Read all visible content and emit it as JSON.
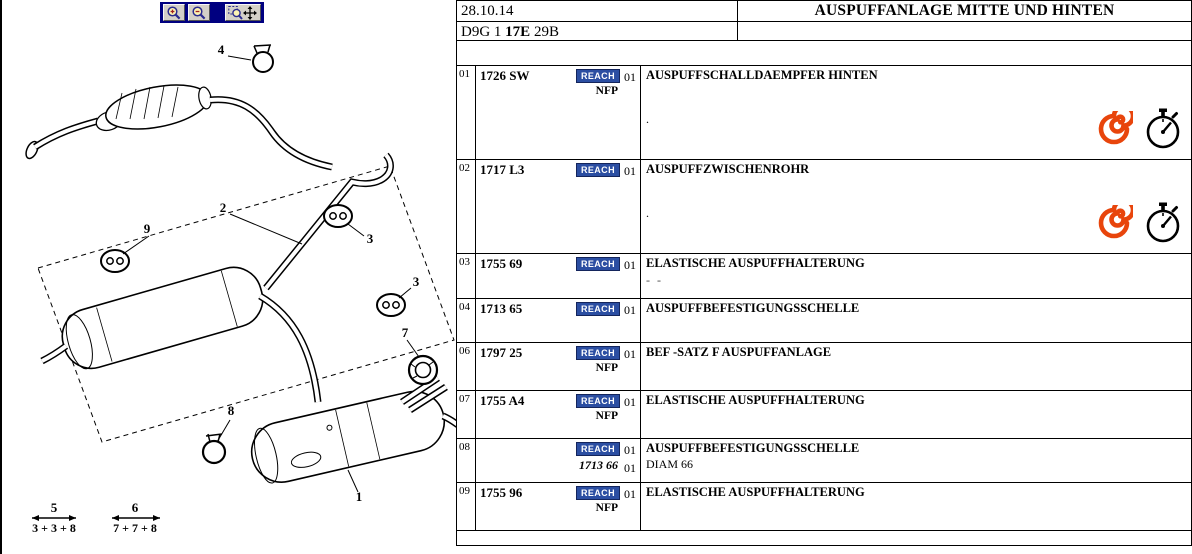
{
  "colors": {
    "reach_badge_bg": "#2B4EA2",
    "toolbar_bg": "#000080",
    "wear_icon_orange": "#E8450C"
  },
  "header": {
    "date": "28.10.14",
    "code": {
      "prefix": "D9G 1 ",
      "bold": "17E",
      "suffix": " 29B"
    },
    "title": "AUSPUFFANLAGE MITTE UND HINTEN"
  },
  "toolbar": {
    "icons": [
      "zoom-in-icon",
      "zoom-out-icon",
      "zoom-window-pan-icon"
    ]
  },
  "diagram": {
    "callouts": [
      "4",
      "2",
      "9",
      "3",
      "3",
      "7",
      "8",
      "1"
    ],
    "legend": [
      {
        "num": "5",
        "formula": "3 + 3 + 8"
      },
      {
        "num": "6",
        "formula": "7 + 7 + 8"
      }
    ]
  },
  "table": {
    "rows": [
      {
        "ref": "01",
        "part": "1726 SW",
        "reach": "REACH",
        "sub": "NFP",
        "qty": "01",
        "desc": "AUSPUFFSCHALLDAEMPFER HINTEN",
        "note": ".",
        "icons": [
          "wear-part-coil-icon",
          "stopwatch-icon"
        ]
      },
      {
        "ref": "02",
        "part": "1717 L3",
        "reach": "REACH",
        "qty": "01",
        "desc": "AUSPUFFZWISCHENROHR",
        "note": ".",
        "icons": [
          "wear-part-coil-icon",
          "stopwatch-icon"
        ]
      },
      {
        "ref": "03",
        "part": "1755 69",
        "reach": "REACH",
        "qty": "01",
        "desc": "ELASTISCHE AUSPUFFHALTERUNG",
        "note": "- -"
      },
      {
        "ref": "04",
        "part": "1713 65",
        "reach": "REACH",
        "qty": "01",
        "desc": "AUSPUFFBEFESTIGUNGSSCHELLE"
      },
      {
        "ref": "06",
        "part": "1797 25",
        "reach": "REACH",
        "sub": "NFP",
        "qty": "01",
        "desc": "BEF -SATZ F AUSPUFFANLAGE"
      },
      {
        "ref": "07",
        "part": "1755 A4",
        "reach": "REACH",
        "sub": "NFP",
        "qty": "01",
        "desc": "ELASTISCHE AUSPUFFHALTERUNG"
      },
      {
        "ref": "08",
        "part": "",
        "reach": "REACH",
        "sub": "1713 66",
        "qty": "01",
        "qty2": "01",
        "desc": "AUSPUFFBEFESTIGUNGSSCHELLE",
        "desc2": "DIAM 66"
      },
      {
        "ref": "09",
        "part": "1755 96",
        "reach": "REACH",
        "sub": "NFP",
        "qty": "01",
        "desc": "ELASTISCHE AUSPUFFHALTERUNG"
      }
    ]
  }
}
